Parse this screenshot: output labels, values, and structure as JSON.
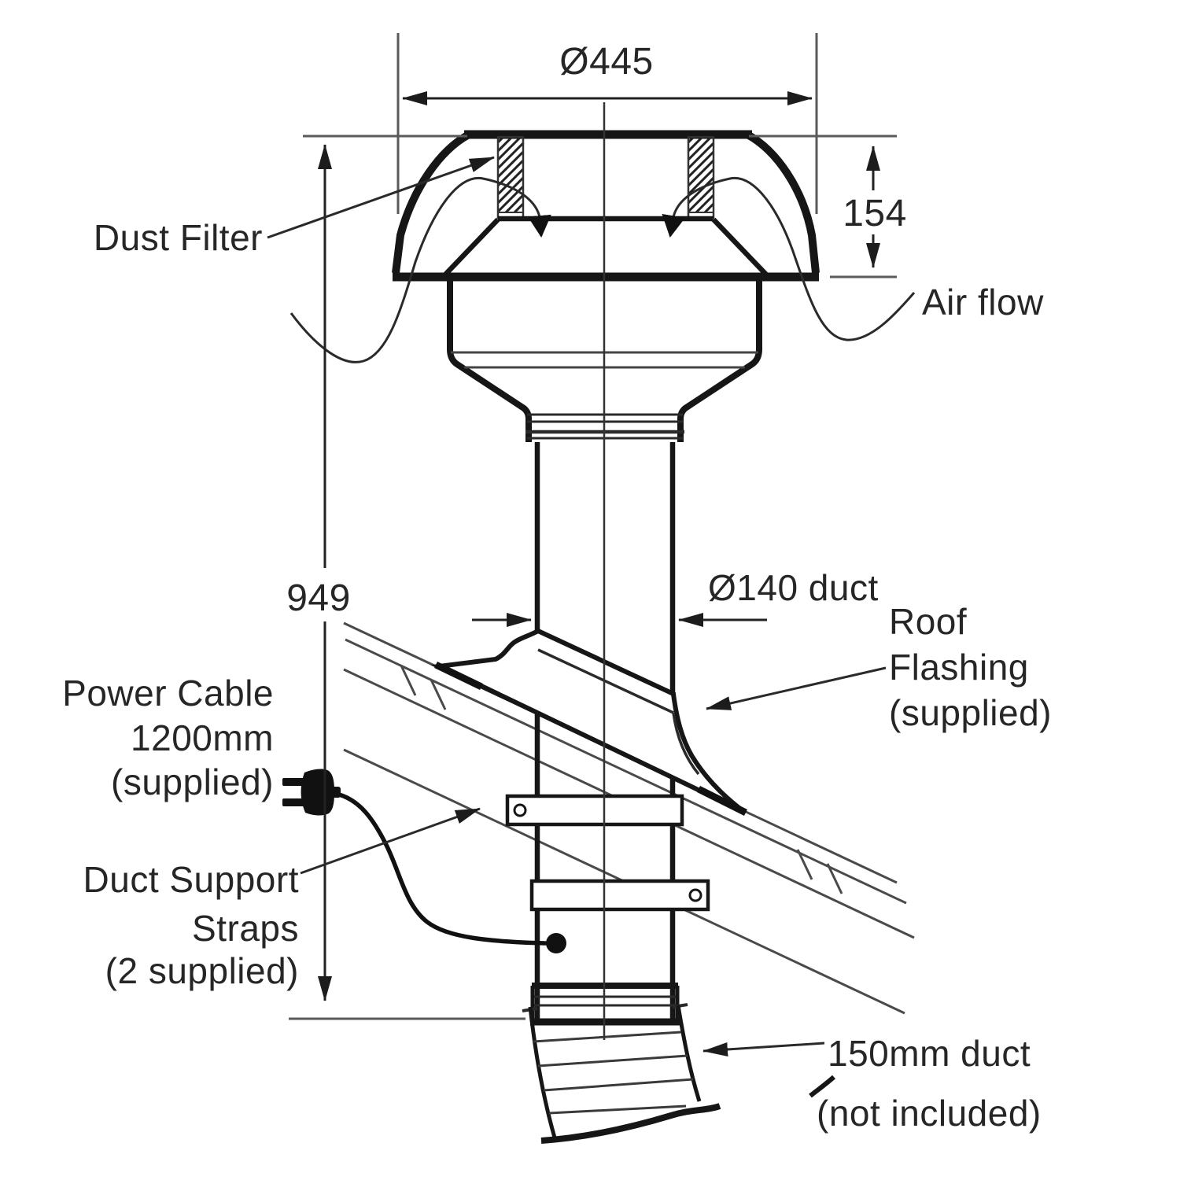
{
  "figure": {
    "type": "technical-installation-diagram",
    "subject": "roof vent fan with duct",
    "background": "#ffffff",
    "ink": "#161616",
    "dimensions": {
      "cap_diameter": "Ø445",
      "cap_height": "154",
      "overall_height": "949",
      "duct_diameter_note": "Ø140 duct"
    },
    "annotations": {
      "dust_filter": "Dust Filter",
      "air_flow": "Air flow",
      "roof_flashing": [
        "Roof",
        "Flashing",
        "(supplied)"
      ],
      "power_cable": [
        "Power Cable",
        "1200mm",
        "(supplied)"
      ],
      "duct_support_straps": [
        "Duct Support",
        "Straps",
        "(2 supplied)"
      ],
      "duct_not_included": [
        "150mm duct",
        "(not included)"
      ]
    }
  }
}
